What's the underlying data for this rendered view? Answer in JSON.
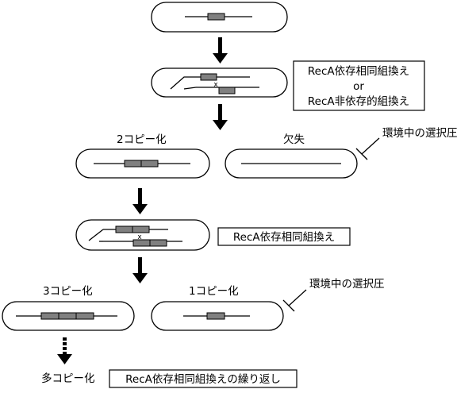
{
  "stage1": {
    "recombination_box": {
      "line1": "RecA依存相同組換え",
      "line2": "or",
      "line3": "RecA非依存的組換え"
    }
  },
  "stage2": {
    "two_copy_label": "2コピー化",
    "deletion_label": "欠失",
    "selection_pressure": "環境中の選択圧",
    "recombination_box": "RecA依存相同組換え"
  },
  "stage3": {
    "three_copy_label": "3コピー化",
    "one_copy_label": "1コピー化",
    "selection_pressure": "環境中の選択圧"
  },
  "stage4": {
    "multi_copy_label": "多コピー化",
    "repeat_box": "RecA依存相同組換えの繰り返し"
  },
  "colors": {
    "gene_fill": "#808080",
    "line": "#000000",
    "background": "#ffffff"
  }
}
